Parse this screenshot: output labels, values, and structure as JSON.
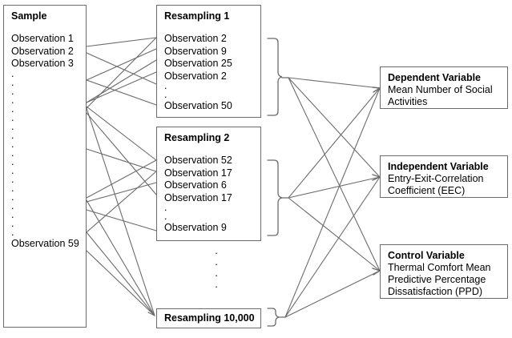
{
  "diagram": {
    "title": "Bootstrap resampling regression diagram",
    "stroke_color": "#6b6b6b",
    "text_color": "#000000",
    "background": "#ffffff"
  },
  "sample": {
    "title": "Sample",
    "items": [
      "Observation 1",
      "Observation 2",
      "Observation 3"
    ],
    "ellipsis_dots": 19,
    "last_item": "Observation 59"
  },
  "resamplings": [
    {
      "title": "Resampling 1",
      "items": [
        "Observation 2",
        "Observation 9",
        "Observation 25",
        "Observation 2"
      ],
      "ellipsis_dots": 2,
      "last_item": "Observation 50"
    },
    {
      "title": "Resampling 2",
      "items": [
        "Observation 52",
        "Observation 17",
        "Observation 6",
        "Observation 17"
      ],
      "ellipsis_dots": 2,
      "last_item": "Observation 9"
    }
  ],
  "between_resamplings_dots": 4,
  "resampling_last": {
    "title": "Resampling 10,000"
  },
  "variables": [
    {
      "title": "Dependent Variable",
      "lines": [
        "Mean Number of Social",
        "Activities"
      ]
    },
    {
      "title": "Independent Variable",
      "lines": [
        "Entry-Exit-Correlation",
        "Coefficient (EEC)"
      ]
    },
    {
      "title": "Control Variable",
      "lines": [
        "Thermal Comfort Mean",
        "Predictive Percentage",
        "Dissatisfaction (PPD)"
      ]
    }
  ]
}
